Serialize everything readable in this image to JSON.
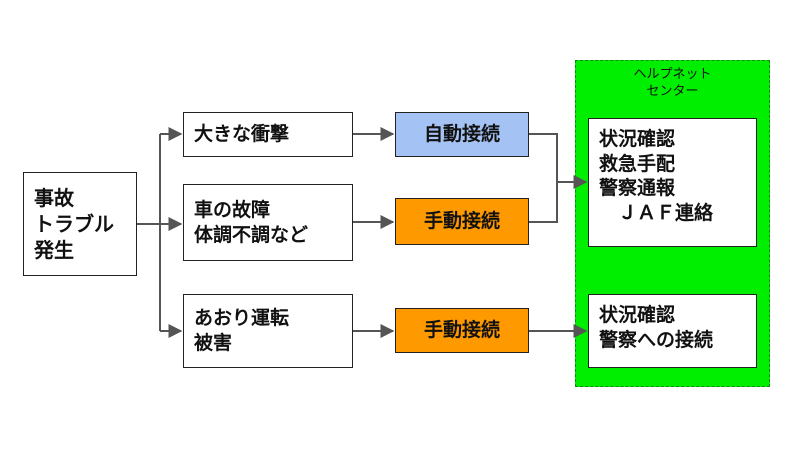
{
  "colors": {
    "auto_connect": "#a4c2f4",
    "manual_connect": "#ff9900",
    "help_center_bg": "#00ee00",
    "line": "#555555"
  },
  "start": {
    "label": "事故\nトラブル\n発生"
  },
  "causes": [
    {
      "label": "大きな衝撃"
    },
    {
      "label": "車の故障\n体調不調など"
    },
    {
      "label": "あおり運転\n被害"
    }
  ],
  "connections": [
    {
      "label": "自動接続",
      "type": "auto"
    },
    {
      "label": "手動接続",
      "type": "manual"
    },
    {
      "label": "手動接続",
      "type": "manual"
    }
  ],
  "help_center": {
    "title": "ヘルプネット\nセンター",
    "responses": [
      {
        "label": "状況確認\n救急手配\n警察通報\n　ＪＡＦ連絡"
      },
      {
        "label": "状況確認\n警察への接続"
      }
    ]
  }
}
